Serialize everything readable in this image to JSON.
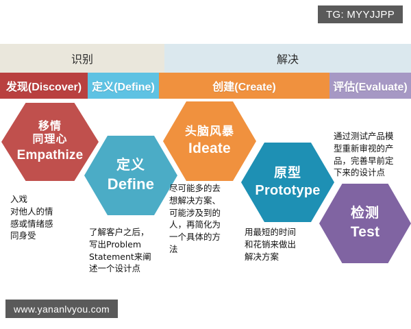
{
  "watermarks": {
    "top_right": "TG: MYYJJPP",
    "bottom_left": "www.yananlvyou.com"
  },
  "header": {
    "phases": [
      {
        "label": "识别",
        "color": "#eae7dc"
      },
      {
        "label": "解决",
        "color": "#dbe8ee"
      }
    ],
    "stages": [
      {
        "label": "发现(Discover)",
        "color": "#b9403f"
      },
      {
        "label": "定义(Define)",
        "color": "#5ec2e3"
      },
      {
        "label": "创建(Create)",
        "color": "#f0913e"
      },
      {
        "label": "评估(Evaluate)",
        "color": "#a698c4"
      }
    ]
  },
  "steps": [
    {
      "key": "empathize",
      "cn": "移情",
      "cn2": "同理心",
      "en": "Empathize",
      "color": "#c0504d",
      "note": "入戏\n对他人的情\n感或情绪感\n同身受"
    },
    {
      "key": "define",
      "cn": "定义",
      "cn2": "",
      "en": "Define",
      "color": "#4bacc6",
      "note": "了解客户之后，\n写出Problem\nStatement来阐\n述一个设计点"
    },
    {
      "key": "ideate",
      "cn": "头脑风暴",
      "cn2": "",
      "en": "Ideate",
      "color": "#f0913e",
      "note": "尽可能多的去\n想解决方案、\n可能涉及到的\n人，再简化为\n一个具体的方\n法"
    },
    {
      "key": "prototype",
      "cn": "原型",
      "cn2": "",
      "en": "Prototype",
      "color": "#1e90b4",
      "note": "用最短的时间\n和花销来做出\n解决方案"
    },
    {
      "key": "test",
      "cn": "检测",
      "cn2": "",
      "en": "Test",
      "color": "#8064a2",
      "note": "通过测试产品模\n型重新审视的产\n品，完善早前定\n下来的设计点"
    }
  ]
}
